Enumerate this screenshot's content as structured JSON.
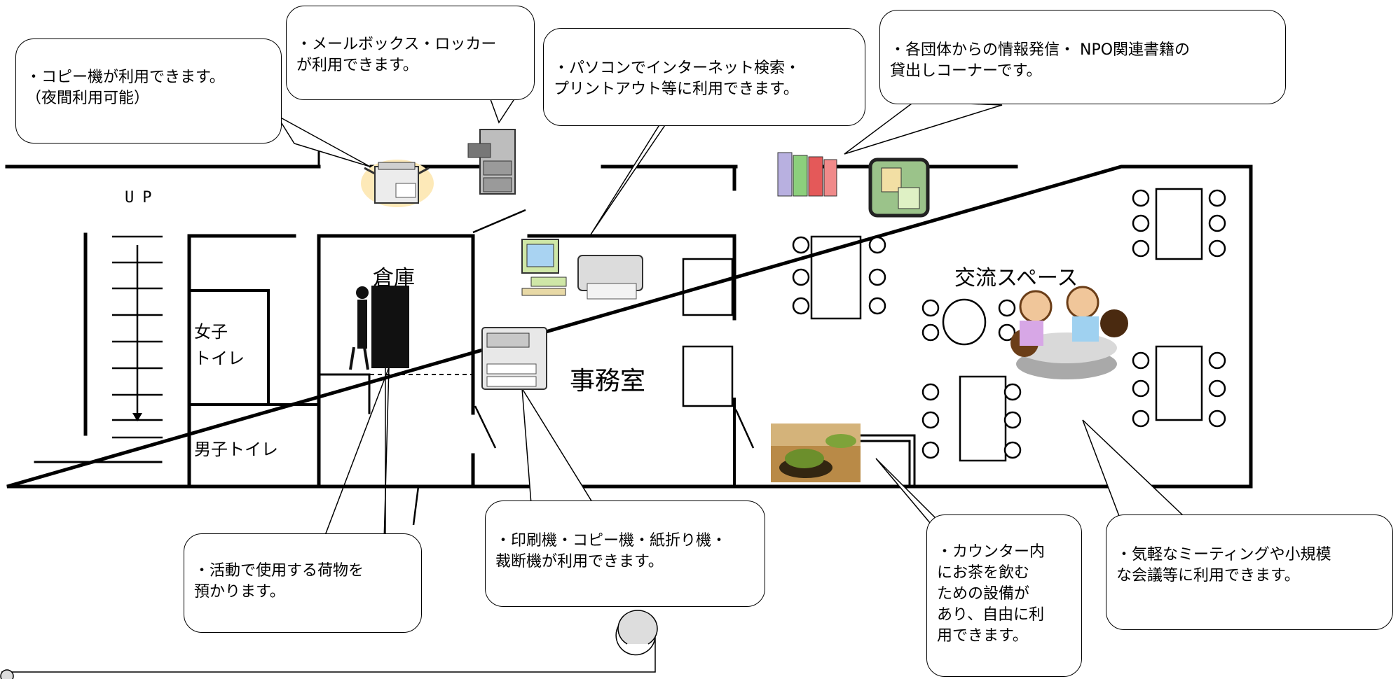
{
  "rooms": {
    "up": "UP",
    "storage": "倉庫",
    "womens_toilet": "女子\nトイレ",
    "mens_toilet": "男子トイレ",
    "office": "事務室",
    "exchange_space": "交流スペース"
  },
  "callouts": {
    "copier": "・コピー機が利用できます。\n（夜間利用可能）",
    "mailbox": "・メールボックス・ロッカー\nが利用できます。",
    "pc": "・パソコンでインターネット検索・\nプリントアウト等に利用できます。",
    "info": "・各団体からの情報発信・ NPO関連書籍の\n貸出しコーナーです。",
    "luggage": "・活動で使用する荷物を\n預かります。",
    "printing": "・印刷機・コピー機・紙折り機・\n裁断機が利用できます。",
    "tea": "・カウンター内\nにお茶を飲む\nための設備が\nあり、自由に利\n用できます。",
    "meeting": "・気軽なミーティングや小規模\nな会議等に利用できます。"
  },
  "icons": [
    "copier-icon",
    "file-cabinet-icon",
    "computer-icon",
    "printer-icon",
    "binders-icon",
    "bulletin-board-icon",
    "archive-worker-icon",
    "print-machine-icon",
    "green-tea-icon",
    "meeting-people-icon",
    "scroll-icon"
  ],
  "colors": {
    "line": "#000000",
    "paper": "#fde9b8",
    "board": "#9bc38a"
  }
}
